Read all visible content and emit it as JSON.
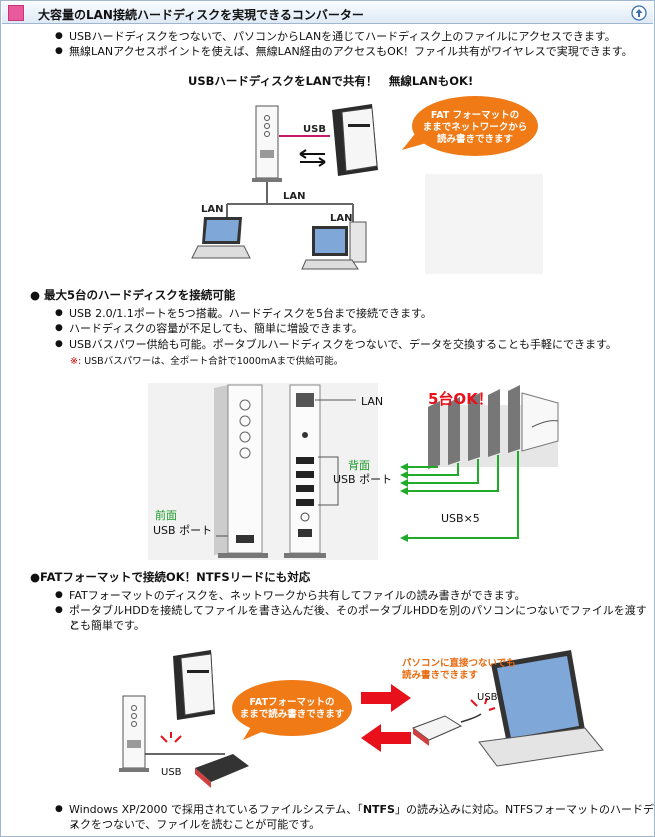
{
  "header": {
    "title": "大容量のLAN接続ハードディスクを実現できるコンバーター"
  },
  "intro": [
    "USBハードディスクをつないで、パソコンからLANを通じてハードディスク上のファイルにアクセスできます。",
    "無線LANアクセスポイントを使えば、無線LAN経由のアクセスもOK！ファイル共有がワイヤレスで実現できます。"
  ],
  "fig1": {
    "caption": "USBハードディスクをLANで共有！　無線LANもOK!",
    "usb_label": "USB",
    "lan_label_center": "LAN",
    "lan_label_left": "LAN",
    "lan_label_right": "LAN",
    "bubble": [
      "FAT フォーマットの",
      "ままでネットワークから",
      "読み書きできます"
    ]
  },
  "section2": {
    "heading": "最大5台のハードディスクを接続可能",
    "bullets": [
      "USB 2.0/1.1ポートを5つ搭載。ハードディスクを5台まで接続できます。",
      "ハードディスクの容量が不足しても、簡単に増設できます。",
      "USBバスパワー供給も可能。ポータブルハードディスクをつないで、データを交換することも手軽にできます。"
    ],
    "note_mark": "※:",
    "note_text": "USBバスパワーは、全ポート合計で1000mAまで供給可能。"
  },
  "fig2": {
    "lan": "LAN",
    "back": "背面",
    "back_port": "USB ポート",
    "front": "前面",
    "front_port": "USB ポート",
    "five_ok": "5台OK！",
    "usb_x5": "USB×5"
  },
  "section3": {
    "heading": "●FATフォーマットで接続OK！NTFSリードにも対応",
    "bullets": [
      "FATフォーマットのディスクを、ネットワークから共有してファイルの読み書きができます。",
      "ポータブルHDDを接続してファイルを書き込んだ後、そのポータブルHDDを別のパソコンにつないでファイルを渡すこ",
      "とも簡単です。"
    ]
  },
  "fig3": {
    "bubble": [
      "FATフォーマットの",
      "ままで読み書きできます"
    ],
    "direct": [
      "パソコンに直接つないでも",
      "読み書きできます"
    ],
    "usb_left": "USB",
    "usb_right": "USB"
  },
  "section4": {
    "bullet_pre": "Windows XP/2000 で採用されているファイルシステム、「",
    "bullet_bold": "NTFS",
    "bullet_post": "」の読み込みに対応。NTFSフォーマットのハードディ",
    "bullet_line2": "スクをつないで、ファイルを読むことが可能です。"
  },
  "colors": {
    "accent_orange": "#f07a16",
    "note_red": "#cc0000",
    "arrow_red": "#e8101a",
    "arrow_green": "#1faa2a",
    "header_pink": "#e85a9b"
  }
}
